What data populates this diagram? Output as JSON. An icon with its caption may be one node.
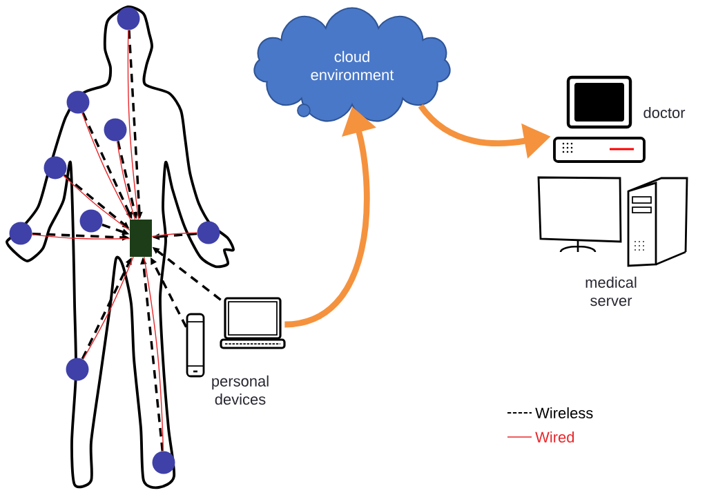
{
  "diagram": {
    "nodes": [
      {
        "text": [],
        "shape": "box"
      },
      {
        "text": [],
        "shape": "circle"
      },
      {
        "text": [],
        "shape": "circle"
      },
      {
        "text": [],
        "shape": "circle"
      },
      {
        "text": [],
        "shape": "circle"
      },
      {
        "text": [],
        "shape": "circle"
      },
      {
        "text": [],
        "shape": "circle"
      },
      {
        "text": [],
        "shape": "circle"
      },
      {
        "text": [],
        "shape": "circle"
      },
      {
        "text": [],
        "shape": "circle"
      },
      {
        "text": [],
        "shape": "picture"
      },
      {
        "text": [],
        "shape": "picture"
      },
      {
        "text": [
          "cloud environment"
        ]
      },
      {
        "text": [],
        "shape": "picture",
        "beside": [
          "doctor"
        ]
      },
      {
        "text": [],
        "shape": "picture",
        "beside": [
          "medical server"
        ]
      }
    ],
    "edges": [
      {
        "from": 1,
        "to": 0,
        "arrow": "to",
        "style": "dashed"
      },
      {
        "from": 2,
        "to": 0,
        "arrow": "to",
        "style": "dashed"
      },
      {
        "from": 3,
        "to": 0,
        "arrow": "to",
        "style": "dashed"
      },
      {
        "from": 4,
        "to": 0,
        "arrow": "to",
        "style": "dashed"
      },
      {
        "from": 5,
        "to": 0,
        "arrow": "to",
        "style": "dashed"
      },
      {
        "from": 6,
        "to": 0,
        "arrow": "to",
        "style": "dashed"
      },
      {
        "from": 7,
        "to": 0,
        "arrow": "to",
        "style": "dashed"
      },
      {
        "from": 8,
        "to": 0,
        "arrow": "to",
        "style": "dashed"
      },
      {
        "from": 9,
        "to": 0,
        "arrow": "to",
        "style": "dashed"
      },
      {
        "from": 10,
        "to": 0,
        "arrow": "to",
        "style": "dashed"
      },
      {
        "from": 11,
        "to": 0,
        "arrow": "to",
        "style": "dashed"
      },
      {
        "from": 0,
        "to": 1,
        "arrow": "none",
        "color": "#e8262a"
      },
      {
        "from": 0,
        "to": 2,
        "arrow": "none",
        "color": "#e8262a"
      },
      {
        "from": 0,
        "to": 3,
        "arrow": "none",
        "color": "#e8262a"
      },
      {
        "from": 0,
        "to": 4,
        "arrow": "none",
        "color": "#e8262a"
      },
      {
        "from": 0,
        "to": 6,
        "arrow": "none",
        "color": "#e8262a"
      },
      {
        "from": 0,
        "to": 7,
        "arrow": "none",
        "color": "#e8262a"
      },
      {
        "from": 0,
        "to": 8,
        "arrow": "none",
        "color": "#e8262a"
      },
      {
        "from": 0,
        "to": 9,
        "arrow": "none",
        "color": "#e8262a"
      },
      {
        "from": 11,
        "to": 12,
        "arrow": "to",
        "style": "thick",
        "color": "#f5923e"
      },
      {
        "from": 12,
        "to": 13,
        "arrow": "to",
        "style": "thick",
        "color": "#f5923e"
      }
    ],
    "labels": [
      "personal devices"
    ],
    "legend": [
      {
        "text": "Wireless"
      },
      {
        "text": "Wired"
      }
    ]
  }
}
